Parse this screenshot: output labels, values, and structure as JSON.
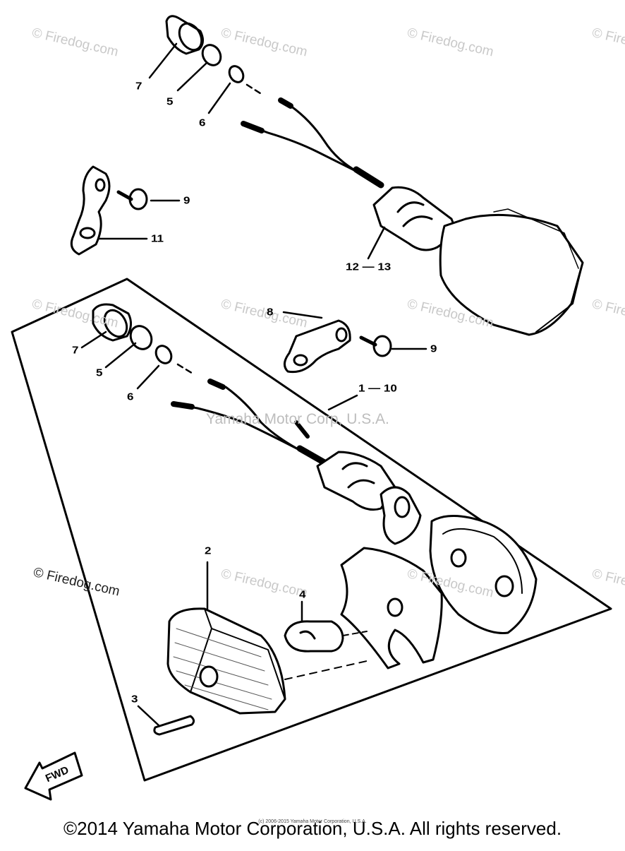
{
  "watermarks": {
    "firedog": "© Firedog.com",
    "firedog_partial": "© Fire",
    "yamaha_mid": "Yamaha Motor Corp, U.S.A.",
    "tiny_copyright": "(c) 2006-2015 Yamaha Motor Corporation, U.S.A."
  },
  "callouts": {
    "c7a": "7",
    "c5a": "5",
    "c6a": "6",
    "c9a": "9",
    "c11": "11",
    "c12_13": "12 — 13",
    "c8": "8",
    "c9b": "9",
    "c7b": "7",
    "c5b": "5",
    "c6b": "6",
    "c1_10": "1 — 10",
    "c2": "2",
    "c4": "4",
    "c3": "3"
  },
  "fwd_label": "FWD",
  "footer": "©2014 Yamaha Motor Corporation, U.S.A. All rights reserved."
}
